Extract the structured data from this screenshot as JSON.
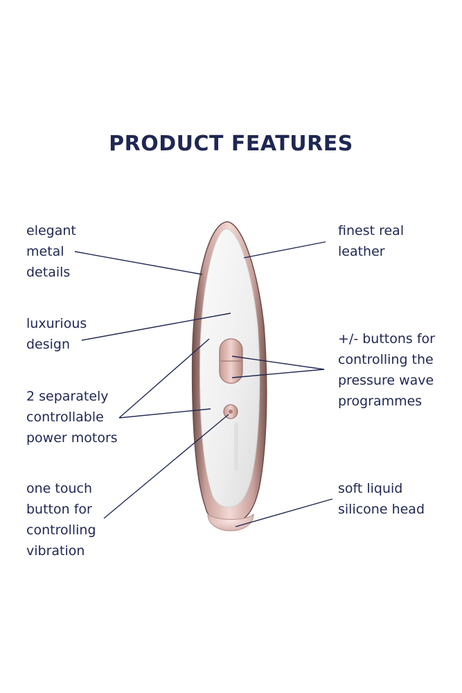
{
  "title": "PRODUCT FEATURES",
  "colors": {
    "text": "#1f2752",
    "leader_line": "#1f2752",
    "leather": "#f1f1f1",
    "rose_gold": "#e8c7c3",
    "rose_gold_dark": "#8e6b67",
    "silicone": "#f2dcd8"
  },
  "features_left": [
    {
      "lines": [
        "elegant",
        "metal",
        "details"
      ]
    },
    {
      "lines": [
        "luxurious",
        "design"
      ]
    },
    {
      "lines": [
        "2 separately",
        "controllable",
        "power motors"
      ]
    },
    {
      "lines": [
        "one touch",
        "button for",
        "controlling",
        "vibration"
      ]
    }
  ],
  "features_right": [
    {
      "lines": [
        "finest real",
        "leather"
      ]
    },
    {
      "lines": [
        "+/- buttons for",
        "controlling the",
        "pressure wave",
        "programmes"
      ]
    },
    {
      "lines": [
        "soft liquid",
        "silicone head"
      ]
    }
  ]
}
